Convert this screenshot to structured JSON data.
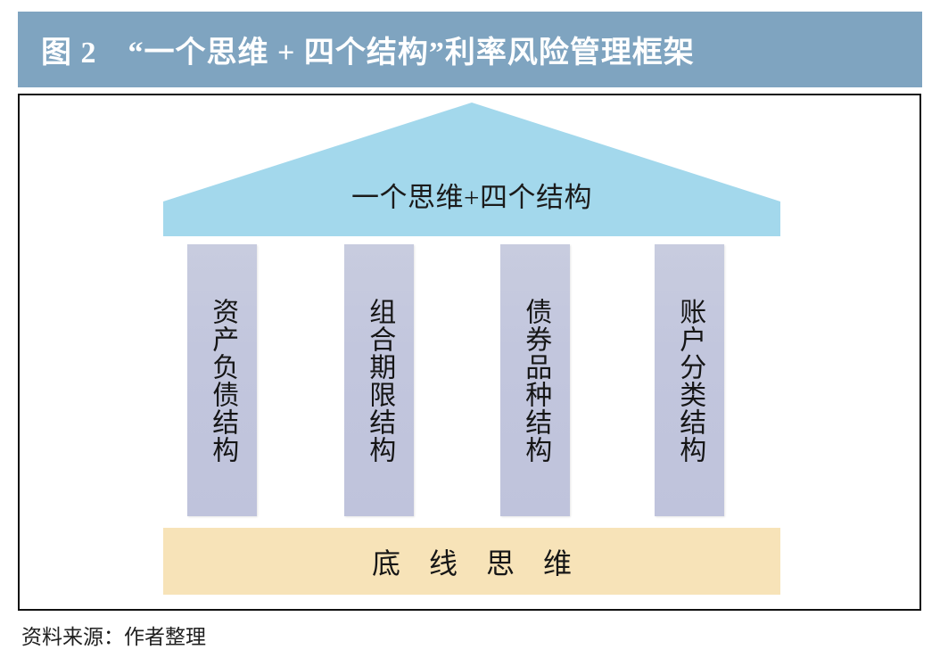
{
  "header": {
    "title": "图 2　“一个思维 + 四个结构”利率风险管理框架",
    "background_color": "#7fa4c0",
    "text_color": "#ffffff"
  },
  "figure": {
    "border_color": "#111111",
    "background_color": "#ffffff"
  },
  "diagram": {
    "type": "temple-framework",
    "roof": {
      "label": "一个思维+四个结构",
      "color": "#a3d8ec"
    },
    "pillars": [
      {
        "label": "资产负债结构",
        "color": "#c2c6dd"
      },
      {
        "label": "组合期限结构",
        "color": "#c2c6dd"
      },
      {
        "label": "债券品种结构",
        "color": "#c2c6dd"
      },
      {
        "label": "账户分类结构",
        "color": "#c2c6dd"
      }
    ],
    "base": {
      "label": "底 线 思 维",
      "color": "#f7e3b8"
    }
  },
  "footer": {
    "source": "资料来源：作者整理"
  }
}
